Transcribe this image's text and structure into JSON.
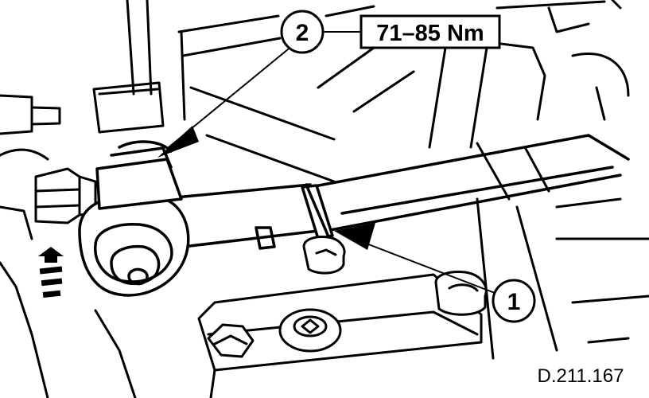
{
  "callouts": [
    {
      "id": "1",
      "label": "1"
    },
    {
      "id": "2",
      "label": "2"
    }
  ],
  "torque_spec": "71–85 Nm",
  "figure_code": "D.211.167",
  "colors": {
    "ink": "#000000",
    "paper": "#ffffff"
  }
}
